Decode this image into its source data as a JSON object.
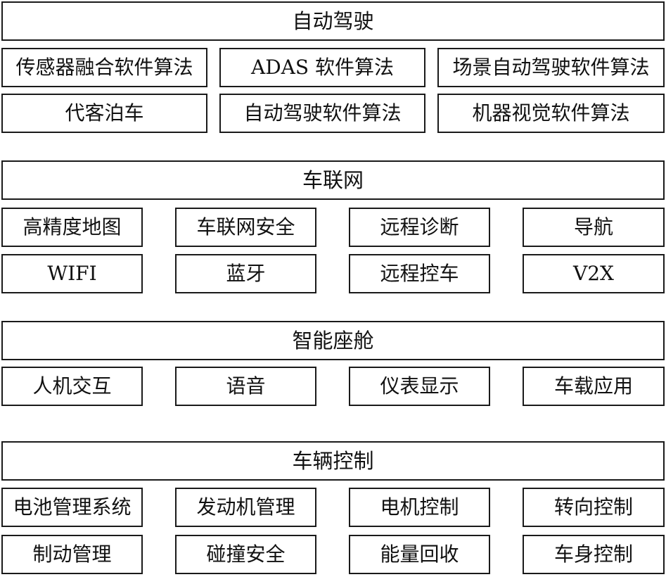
{
  "sections": [
    {
      "title": "自动驾驶",
      "rows": [
        [
          "传感器融合软件算法",
          "ADAS 软件算法",
          "场景自动驾驶软件算法"
        ],
        [
          "代客泊车",
          "自动驾驶软件算法",
          "机器视觉软件算法"
        ]
      ]
    },
    {
      "title": "车联网",
      "rows": [
        [
          "高精度地图",
          "车联网安全",
          "远程诊断",
          "导航"
        ],
        [
          "WIFI",
          "蓝牙",
          "远程控车",
          "V2X"
        ]
      ]
    },
    {
      "title": "智能座舱",
      "rows": [
        [
          "人机交互",
          "语音",
          "仪表显示",
          "车载应用"
        ]
      ]
    },
    {
      "title": "车辆控制",
      "rows": [
        [
          "电池管理系统",
          "发动机管理",
          "电机控制",
          "转向控制"
        ],
        [
          "制动管理",
          "碰撞安全",
          "能量回收",
          "车身控制"
        ]
      ]
    }
  ]
}
